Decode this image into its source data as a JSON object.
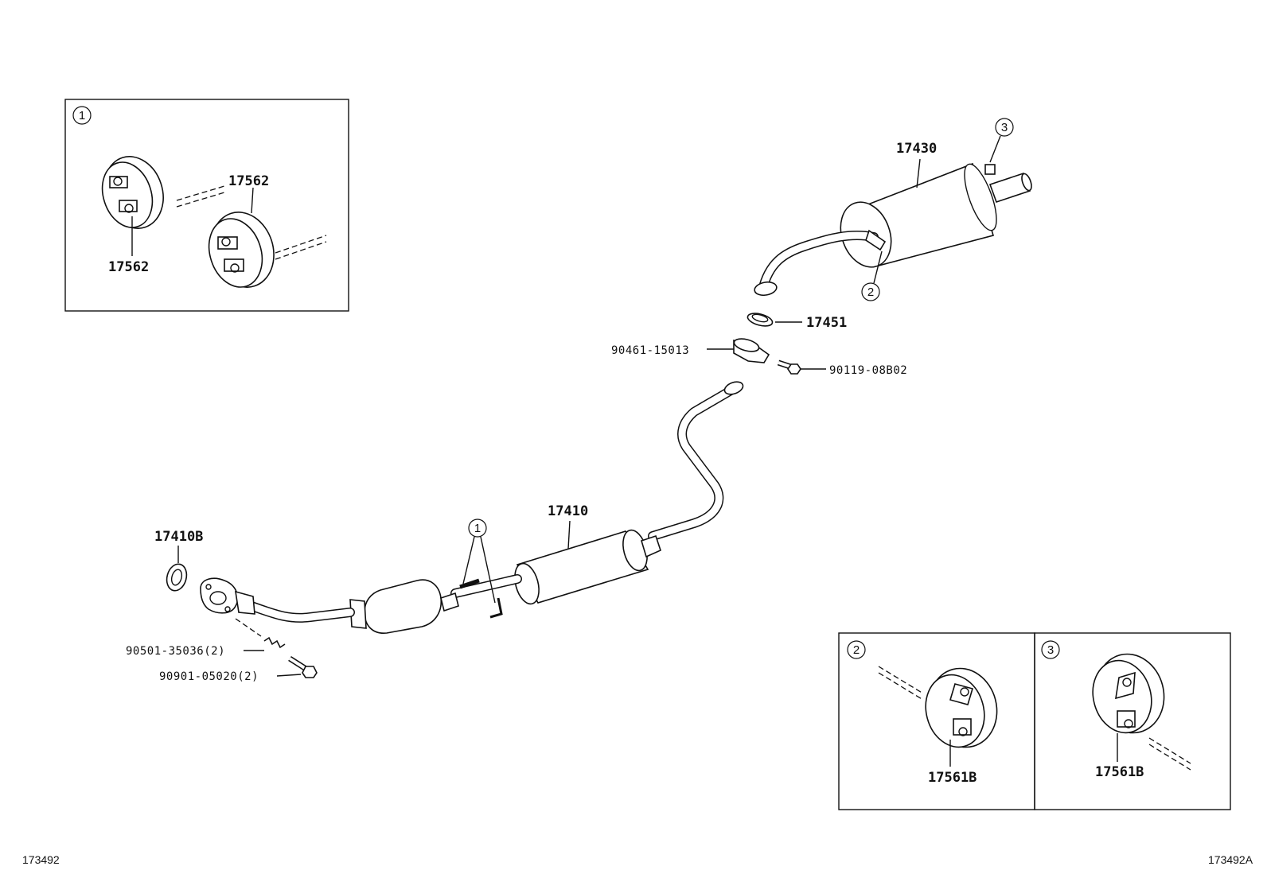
{
  "diagram": {
    "parts": {
      "p17562_top": "17562",
      "p17562_bottom": "17562",
      "p17430": "17430",
      "p17451": "17451",
      "p90461": "90461-15013",
      "p90119": "90119-08B02",
      "p17410": "17410",
      "p17410B": "17410B",
      "p90501": "90501-35036(2)",
      "p90901": "90901-05020(2)",
      "p17561B_a": "17561B",
      "p17561B_b": "17561B"
    },
    "callouts": {
      "c1_box": "1",
      "c1_main": "1",
      "c2_box": "2",
      "c2_main": "2",
      "c3_box": "3",
      "c3_main": "3"
    },
    "footer": {
      "left": "173492",
      "right": "173492A"
    }
  }
}
